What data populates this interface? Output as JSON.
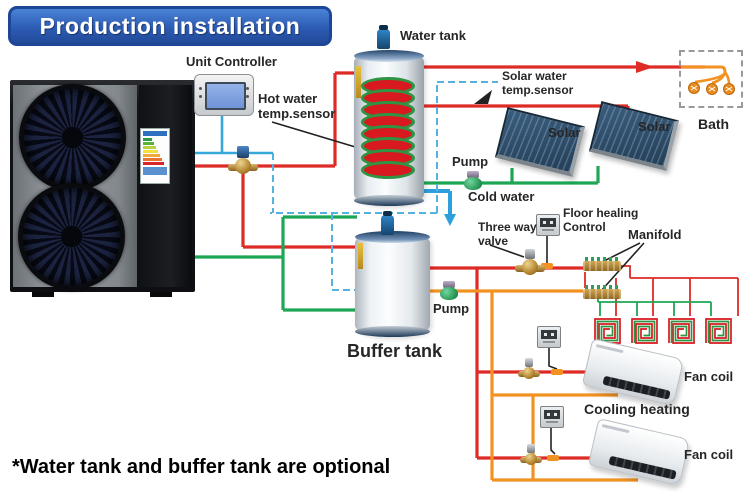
{
  "title": "Production installation",
  "footnote": "*Water tank and buffer tank are optional",
  "labels": {
    "unit_controller": "Unit Controller",
    "water_tank": "Water tank",
    "hot_water_sensor": "Hot water\ntemp.sensor",
    "solar_water_sensor": "Solar water\ntemp.sensor",
    "solar_left": "Solar",
    "solar_right": "Solar",
    "bath": "Bath",
    "pump_solar": "Pump",
    "cold_water": "Cold water",
    "three_way_valve": "Three way\nvalve",
    "floor_heating_control": "Floor healing\nControl",
    "manifold": "Manifold",
    "buffer_tank": "Buffer tank",
    "pump_buffer": "Pump",
    "fan_coil_top": "Fan coil",
    "cooling_heating": "Cooling heating",
    "fan_coil_bottom": "Fan coil"
  },
  "colors": {
    "pipe_red": "#de2b26",
    "pipe_green": "#1ea654",
    "pipe_orange": "#f29222",
    "pipe_cyan": "#35a7d9",
    "signal_dash": "#55b2e0",
    "cold_blue": "#2da0dc",
    "coil_red": "#d8191f",
    "coil_green": "#2f9444",
    "brass": "#b9893a",
    "panel_blue": "#2d4c68",
    "banner_blue": "#2d5cb4"
  }
}
